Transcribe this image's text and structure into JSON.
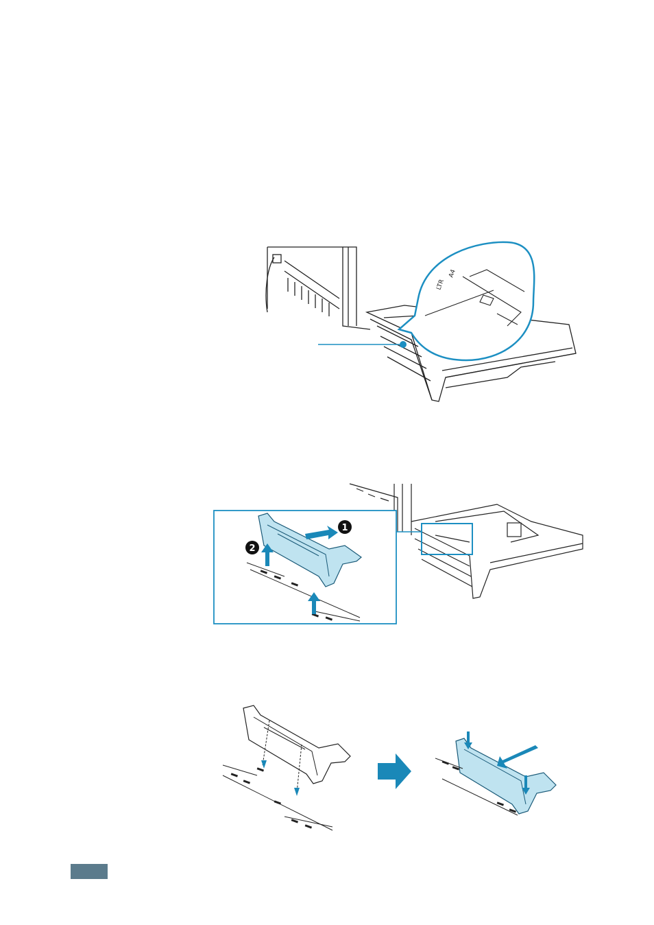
{
  "figure1": {
    "label_a4": "A4",
    "label_ltr": "LTR"
  },
  "figure2": {
    "step1": "1",
    "step2": "2"
  },
  "colors": {
    "accent": "#1c8fc2",
    "part_fill": "#bfe3f0",
    "arrow": "#1a88b8",
    "tab": "#5b7b8c"
  },
  "icons": [
    "arrow-right-icon",
    "arrow-icon"
  ]
}
